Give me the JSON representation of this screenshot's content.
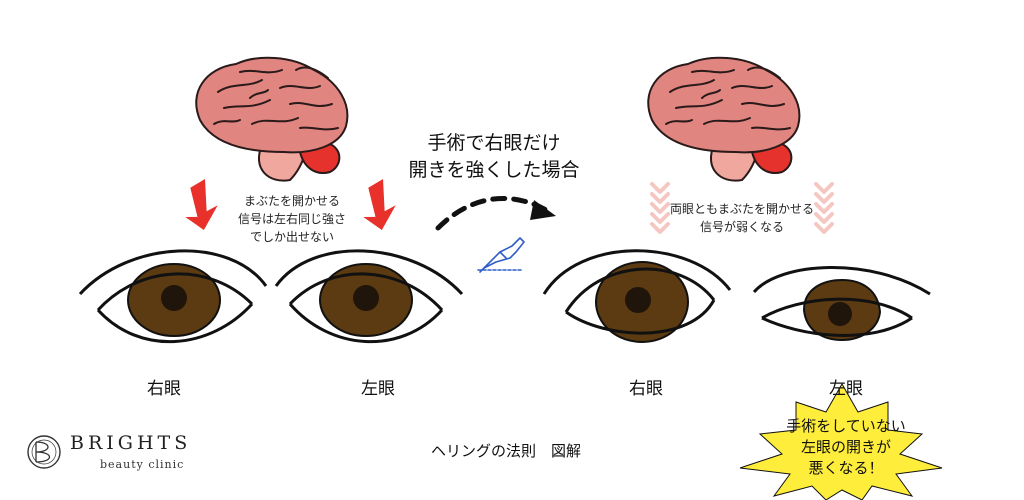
{
  "notes": {
    "equal_signal": [
      "まぶたを開かせる",
      "信号は左右同じ強さ",
      "でしか出せない"
    ],
    "weak_signal": [
      "両眼ともまぶたを開かせる",
      "信号が弱くなる"
    ]
  },
  "process": {
    "heading": [
      "手術で右眼だけ",
      "開きを強くした場合"
    ]
  },
  "labels": {
    "before_right": "右眼",
    "before_left": "左眼",
    "after_right": "右眼",
    "after_left": "左眼"
  },
  "caption": "ヘリングの法則　図解",
  "callout": [
    "手術をしていない",
    "左眼の開きが",
    "悪くなる！"
  ],
  "logo": {
    "name": "BRIGHTS",
    "tagline": "beauty clinic",
    "monogram": "B"
  },
  "colors": {
    "brain": "#E0857F",
    "brain_stem": "#F0A79E",
    "cerebellum": "#E5322C",
    "arrow_red": "#E8312A",
    "arrow_pale": "#F5C7C2",
    "iris": "#5C3A12",
    "pupil": "#1F150A",
    "starburst": "#FFED3C",
    "surgery_icon": "#2F5DC7"
  }
}
